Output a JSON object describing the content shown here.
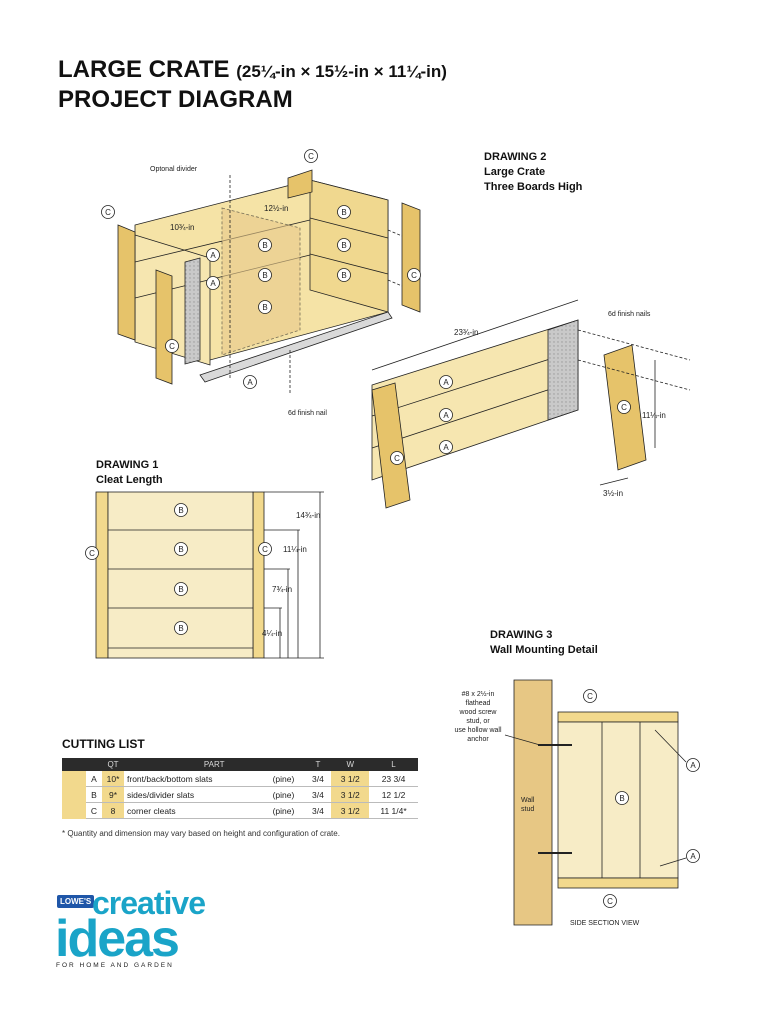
{
  "header": {
    "title_main": "LARGE CRATE",
    "title_dims": "(25¼-in × 15½-in × 11¼-in)",
    "title_sub": "PROJECT DIAGRAM"
  },
  "drawing2": {
    "title": "DRAWING 2",
    "line1": "Large Crate",
    "line2": "Three Boards High",
    "divider_label": "Optonal divider",
    "dim_width": "10¾-in",
    "dim_depth": "12½-in",
    "dim_front": "23¾-in",
    "dim_cleat_h": "11¼-in",
    "dim_cleat_w": "3½-in",
    "nail_label": "6d finish nail",
    "nails_label": "6d finish nails"
  },
  "drawing1": {
    "title": "DRAWING 1",
    "subtitle": "Cleat Length",
    "dim1": "14¾-in",
    "dim2": "11¼-in",
    "dim3": "7¾-in",
    "dim4": "4¼-in"
  },
  "drawing3": {
    "title": "DRAWING 3",
    "subtitle": "Wall Mounting Detail",
    "screw_l1": "#8 x 2½-in",
    "screw_l2": "flathead",
    "screw_l3": "wood screw",
    "screw_l4": "stud, or",
    "screw_l5": "use hollow wall",
    "screw_l6": "anchor",
    "stud_l1": "Wall",
    "stud_l2": "stud",
    "caption": "SIDE SECTION VIEW"
  },
  "part_labels": {
    "a": "A",
    "b": "B",
    "c": "C"
  },
  "cutting_list": {
    "title": "CUTTING LIST",
    "headers": {
      "qt": "QT",
      "part": "PART",
      "t": "T",
      "w": "W",
      "l": "L"
    },
    "rows": [
      {
        "id": "A",
        "qt": "10*",
        "part": "front/back/bottom slats",
        "mat": "(pine)",
        "t": "3/4",
        "w": "3  1/2",
        "l": "23 3/4"
      },
      {
        "id": "B",
        "qt": "9*",
        "part": "sides/divider slats",
        "mat": "(pine)",
        "t": "3/4",
        "w": "3  1/2",
        "l": "12 1/2"
      },
      {
        "id": "C",
        "qt": "8",
        "part": "corner cleats",
        "mat": "(pine)",
        "t": "3/4",
        "w": "3  1/2",
        "l": "11 1/4*"
      }
    ],
    "footnote": "* Quantity and dimension may vary based on height and configuration of crate."
  },
  "logo": {
    "brand": "LOWE'S",
    "word1": "creative",
    "word2": "ideas",
    "tagline": "FOR HOME AND GARDEN"
  },
  "colors": {
    "wood": "#f2d98d",
    "wood_dark": "#e6c36a",
    "line": "#222222",
    "shade": "#bdbdbd"
  }
}
